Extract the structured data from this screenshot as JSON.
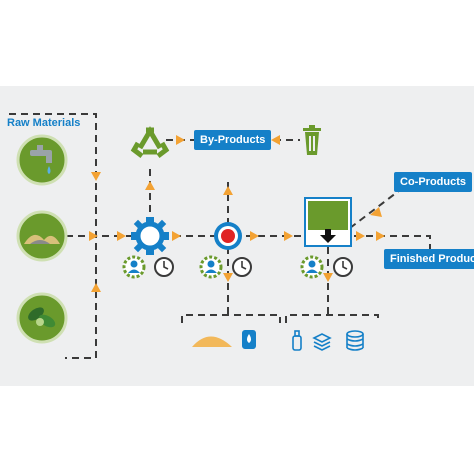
{
  "labels": {
    "raw_materials": "Raw Materials",
    "by_products": "By-Products",
    "co_products": "Co-Products",
    "finished_products": "Finished Products"
  },
  "colors": {
    "accent_blue": "#1580c8",
    "green": "#6a9a2c",
    "orange": "#f3a233",
    "red": "#e02424",
    "dark": "#3a3a3a",
    "panel": "#eeeff0"
  },
  "icons": {
    "raw_inputs": [
      "water-tap-icon",
      "sand-pile-icon",
      "green-leaves-icon"
    ],
    "process_steps": [
      "blue-gear-process-icon",
      "red-process-icon",
      "green-storage-box-icon"
    ],
    "operators": [
      "worker-gear-icon",
      "clock-icon"
    ],
    "recycle": "recycle-icon",
    "waste": "trash-bin-icon",
    "residue_outputs": [
      "powder-pile-icon",
      "barrel-icon"
    ],
    "packaging_outputs": [
      "bottle-icon",
      "stacked-boxes-icon",
      "stacked-discs-icon"
    ]
  }
}
